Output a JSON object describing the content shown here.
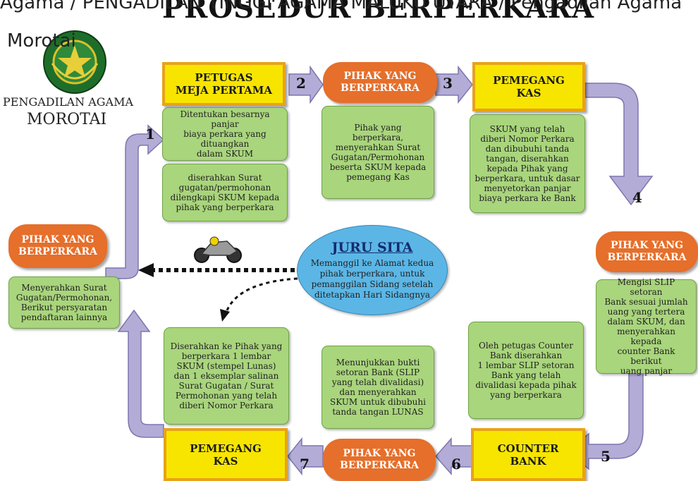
{
  "breadcrumb": {
    "line1": "Agama / PENGADILAN TINGGI AGAMA MALUKU UTARA / Pengadilan Agama",
    "line2": "Morotai"
  },
  "title": "PROSEDUR BERPERKARA",
  "logo": {
    "line1": "PENGADILAN AGAMA",
    "line2": "MOROTAI"
  },
  "steps": {
    "petugas_meja": "PETUGAS\nMEJA PERTAMA",
    "pihak_top": "PIHAK YANG\nBERPERKARA",
    "kas_top": "PEMEGANG\nKAS",
    "pihak_right": "PIHAK YANG\nBERPERKARA",
    "counter_bank": "COUNTER\nBANK",
    "pihak_bottom": "PIHAK YANG\nBERPERKARA",
    "kas_bottom": "PEMEGANG\nKAS",
    "pihak_left": "PIHAK YANG\nBERPERKARA"
  },
  "notes": {
    "meja1": "Ditentukan besarnya panjar\nbiaya perkara yang\ndituangkan\ndalam SKUM",
    "meja2": "diserahkan Surat\ngugatan/permohonan\ndilengkapi SKUM kepada\npihak yang berperkara",
    "pihak_top": "Pihak yang\nberperkara,\nmenyerahkan Surat\nGugatan/Permohonan\nbeserta SKUM kepada\npemegang Kas",
    "kas_top": "SKUM yang telah\ndiberi Nomor Perkara\ndan dibubuhi tanda\ntangan, diserahkan\nkepada Pihak yang\nberperkara, untuk dasar\nmenyetorkan panjar\nbiaya perkara ke Bank",
    "pihak_right": "Mengisi SLIP setoran\nBank sesuai jumlah\nuang yang tertera\ndalam SKUM, dan\nmenyerahkan kepada\ncounter Bank berikut\nuang panjar",
    "counter_bank": "Oleh petugas Counter\nBank diserahkan\n1 lembar SLIP setoran\nBank yang telah\ndivalidasi kepada pihak\nyang berperkara",
    "pihak_bottom": "Menunjukkan bukti\nsetoran Bank (SLIP\nyang telah divalidasi)\ndan menyerahkan\nSKUM untuk dibubuhi\ntanda tangan LUNAS",
    "kas_bottom": "Diserahkan ke Pihak yang\nberperkara 1 lembar\nSKUM (stempel Lunas)\ndan 1 eksemplar salinan\nSurat  Gugatan / Surat\nPermohonan yang telah\ndiberi Nomor Perkara",
    "pihak_left": "Menyerahkan Surat\nGugatan/Permohonan,\nBerikut persyaratan\npendaftaran lainnya"
  },
  "jurusita": {
    "title": "JURU SITA",
    "desc": "Memanggil ke Alamat kedua\npihak berperkara, untuk\npemanggilan Sidang setelah\nditetapkan Hari Sidangnya"
  },
  "numbers": {
    "n1": "1",
    "n2": "2",
    "n3": "3",
    "n4": "4",
    "n5": "5",
    "n6": "6",
    "n7": "7"
  },
  "colors": {
    "yellow": "#f7e500",
    "orange": "#e56f2b",
    "green": "#a9d57c",
    "arrow": "#b3acd6",
    "ellipse": "#5bb6e6"
  }
}
